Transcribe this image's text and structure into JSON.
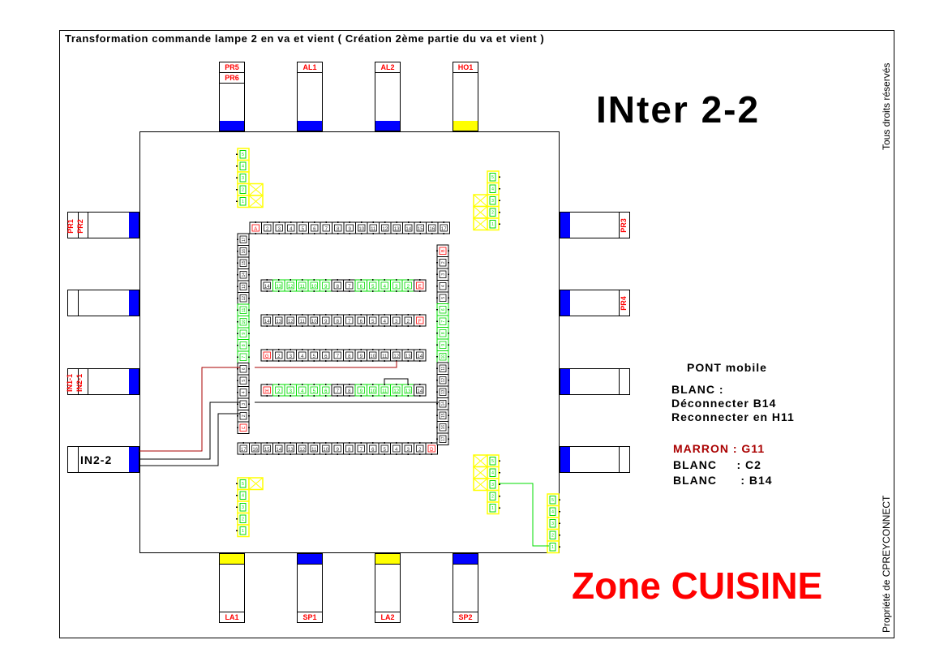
{
  "title": "Transformation commande lampe 2 en va et vient ( Création 2ème partie du va et vient )",
  "module_name": "INter 2-2",
  "rights": "Tous droits réservés",
  "owner": "Propriété de CPREYCONNECT",
  "zone": "Zone CUISINE",
  "colors": {
    "blue": "#0000ff",
    "yellow": "#ffff00",
    "red": "#ff0000",
    "green": "#00dd00",
    "marron": "#aa0000"
  },
  "top_modules": [
    {
      "labels": [
        "PR5",
        "PR6"
      ],
      "color": "blue"
    },
    {
      "labels": [
        "AL1"
      ],
      "color": "blue"
    },
    {
      "labels": [
        "AL2"
      ],
      "color": "blue"
    },
    {
      "labels": [
        "HO1"
      ],
      "color": "yellow"
    }
  ],
  "bottom_modules": [
    {
      "label": "LA1",
      "color": "yellow"
    },
    {
      "label": "SP1",
      "color": "blue"
    },
    {
      "label": "LA2",
      "color": "yellow"
    },
    {
      "label": "SP2",
      "color": "blue"
    }
  ],
  "left_modules": [
    {
      "labels": [
        "PR1",
        "PR2"
      ]
    },
    {
      "labels": []
    },
    {
      "labels": [
        "IN1-1",
        "IN2-1"
      ]
    },
    {
      "labels": [],
      "name": "IN2-2"
    }
  ],
  "right_modules": [
    {
      "labels": [
        "PR3"
      ]
    },
    {
      "labels": [
        "PR4"
      ]
    },
    {
      "labels": []
    },
    {
      "labels": []
    }
  ],
  "notes": {
    "heading": "PONT mobile",
    "blanc_label": "BLANC :",
    "line1": "Déconnecter B14",
    "line2": "Reconnecter en H11",
    "marron": "MARRON : G11",
    "blanc_c2": "BLANC     : C2",
    "blanc_b14": "BLANC      : B14"
  },
  "strips": {
    "A": {
      "name": "A",
      "cells": [
        "A",
        "2",
        "3",
        "4",
        "5",
        "6",
        "7",
        "8",
        "9",
        "10",
        "11",
        "12",
        "13",
        "14",
        "15",
        "16",
        "17"
      ],
      "green": []
    },
    "E": {
      "name": "E",
      "cells": [
        "14",
        "13",
        "12",
        "11",
        "10",
        "9",
        "8",
        "7",
        "6",
        "5",
        "4",
        "3",
        "2",
        "E"
      ],
      "green": [
        "13",
        "12",
        "11",
        "10",
        "9",
        "6",
        "5",
        "4",
        "3",
        "2"
      ]
    },
    "F": {
      "name": "F",
      "cells": [
        "14",
        "13",
        "12",
        "11",
        "10",
        "9",
        "8",
        "7",
        "6",
        "5",
        "4",
        "3",
        "2",
        "F"
      ],
      "green": []
    },
    "G": {
      "name": "G",
      "cells": [
        "G",
        "2",
        "3",
        "4",
        "5",
        "6",
        "7",
        "8",
        "9",
        "10",
        "11",
        "12",
        "13",
        "14"
      ],
      "green": []
    },
    "H": {
      "name": "H",
      "cells": [
        "H",
        "2",
        "3",
        "4",
        "5",
        "6",
        "7",
        "8",
        "9",
        "10",
        "11",
        "12",
        "13",
        "14"
      ],
      "green": [
        "2",
        "3",
        "4",
        "5",
        "6",
        "9",
        "10",
        "11",
        "12",
        "13"
      ]
    },
    "D": {
      "name": "D",
      "cells": [
        "17",
        "16",
        "15",
        "14",
        "13",
        "12",
        "11",
        "10",
        "9",
        "8",
        "7",
        "6",
        "5",
        "4",
        "3",
        "2",
        "D"
      ],
      "green": []
    },
    "C": {
      "name": "C",
      "cells": [
        "17",
        "16",
        "15",
        "14",
        "13",
        "12",
        "11",
        "10",
        "9",
        "8",
        "7",
        "6",
        "5",
        "4",
        "3",
        "2",
        "C"
      ],
      "green": [
        "11",
        "10",
        "9",
        "8",
        "7"
      ]
    },
    "B": {
      "name": "B",
      "cells": [
        "B",
        "2",
        "3",
        "4",
        "5",
        "6",
        "7",
        "8",
        "9",
        "10",
        "11",
        "12",
        "13",
        "14",
        "15",
        "16",
        "17"
      ],
      "green": [
        "6",
        "7",
        "8",
        "9",
        "10"
      ]
    }
  },
  "side_connectors": [
    "5",
    "4",
    "3",
    "2",
    "1"
  ]
}
